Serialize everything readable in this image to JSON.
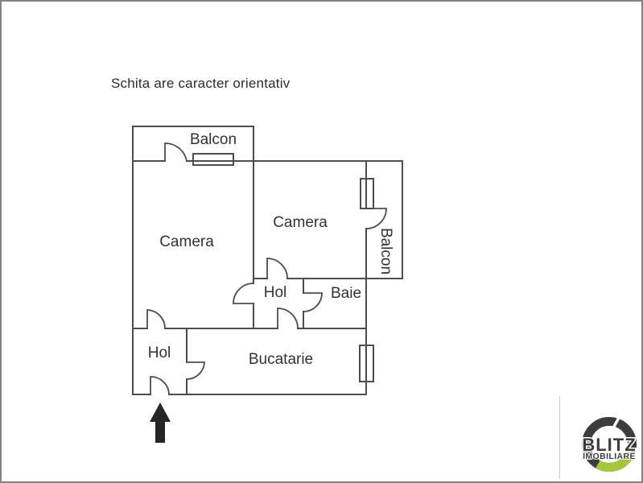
{
  "note": "Schita are caracter orientativ",
  "rooms": {
    "balcon_top": {
      "label": "Balcon"
    },
    "camera_left": {
      "label": "Camera"
    },
    "camera_right": {
      "label": "Camera"
    },
    "balcon_right": {
      "label": "Balcon"
    },
    "hol_center": {
      "label": "Hol"
    },
    "baie": {
      "label": "Baie"
    },
    "hol_bottom": {
      "label": "Hol"
    },
    "bucatarie": {
      "label": "Bucatarie"
    }
  },
  "logo": {
    "brand": "BLITZ",
    "subtitle": "IMOBILIARE",
    "ring_color": "#3d3d3d",
    "accent_color": "#a4c73c"
  },
  "colors": {
    "wall": "#4d4d4d",
    "text": "#323232",
    "page_border": "#828282",
    "arrow": "#262626"
  }
}
